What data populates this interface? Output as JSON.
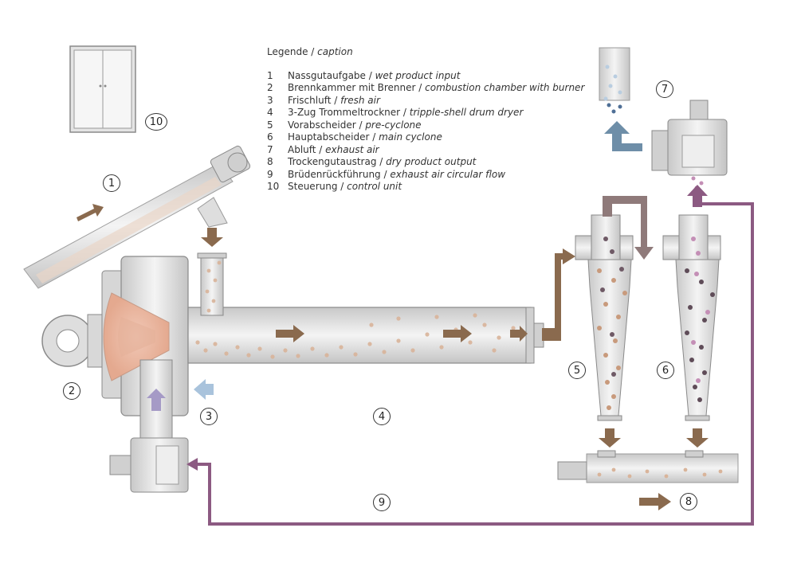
{
  "legend": {
    "title_de": "Legende",
    "title_en": "caption",
    "items": [
      {
        "num": "1",
        "de": "Nassgutaufgabe",
        "en": "wet product input"
      },
      {
        "num": "2",
        "de": "Brennkammer mit Brenner",
        "en": "combustion chamber with burner"
      },
      {
        "num": "3",
        "de": "Frischluft",
        "en": "fresh air"
      },
      {
        "num": "4",
        "de": "3-Zug Trommeltrockner",
        "en": "tripple-shell drum dryer"
      },
      {
        "num": "5",
        "de": "Vorabscheider",
        "en": "pre-cyclone"
      },
      {
        "num": "6",
        "de": "Hauptabscheider",
        "en": "main cyclone"
      },
      {
        "num": "7",
        "de": "Abluft",
        "en": "exhaust air"
      },
      {
        "num": "8",
        "de": "Trockengutaustrag",
        "en": "dry product output"
      },
      {
        "num": "9",
        "de": "Brüdenrückführung",
        "en": "exhaust air circular flow"
      },
      {
        "num": "10",
        "de": "Steuerung",
        "en": "control unit"
      }
    ]
  },
  "markers": {
    "m1": "1",
    "m2": "2",
    "m3": "3",
    "m4": "4",
    "m5": "5",
    "m6": "6",
    "m7": "7",
    "m8": "8",
    "m9": "9",
    "m10": "10"
  },
  "colors": {
    "product_arrow": "#8a6a4e",
    "fresh_air_arrow": "#a9c3dc",
    "exhaust_arrow": "#6e8ea8",
    "recirculation_line": "#8c5a82",
    "equipment_grey": "#dcdcdc",
    "equipment_outline": "#9a9a9a",
    "particle": "#d9b49a"
  }
}
